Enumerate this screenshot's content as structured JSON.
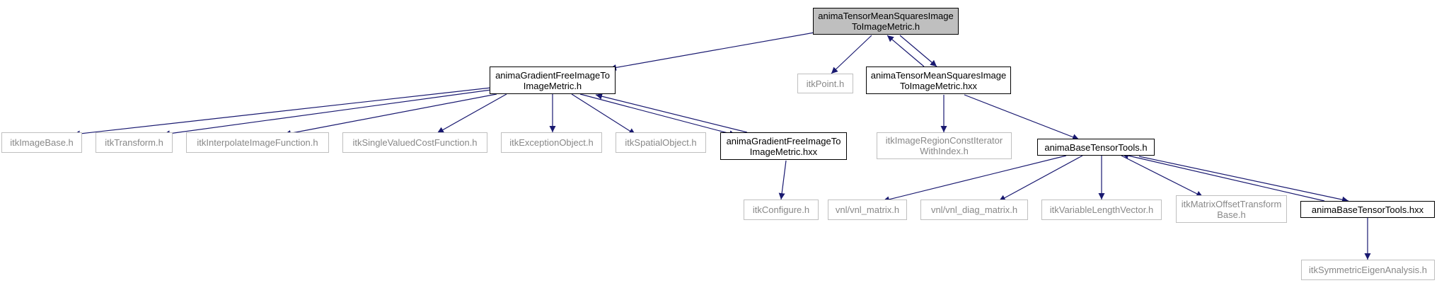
{
  "graph": {
    "title": "anima Tensor Mean Squares Image To Image Metric include dependency graph",
    "nodes": [
      {
        "id": "root",
        "label": "animaTensorMeanSquaresImage\nToImageMetric.h",
        "kind": "root"
      },
      {
        "id": "gradient_h",
        "label": "animaGradientFreeImageTo\nImageMetric.h",
        "kind": "local"
      },
      {
        "id": "itkpoint",
        "label": "itkPoint.h",
        "kind": "external"
      },
      {
        "id": "tensor_hxx",
        "label": "animaTensorMeanSquaresImage\nToImageMetric.hxx",
        "kind": "local"
      },
      {
        "id": "imagebase",
        "label": "itkImageBase.h",
        "kind": "external"
      },
      {
        "id": "transform",
        "label": "itkTransform.h",
        "kind": "external"
      },
      {
        "id": "interp",
        "label": "itkInterpolateImageFunction.h",
        "kind": "external"
      },
      {
        "id": "singlecost",
        "label": "itkSingleValuedCostFunction.h",
        "kind": "external"
      },
      {
        "id": "exception",
        "label": "itkExceptionObject.h",
        "kind": "external"
      },
      {
        "id": "spatial",
        "label": "itkSpatialObject.h",
        "kind": "external"
      },
      {
        "id": "gradient_hxx",
        "label": "animaGradientFreeImageTo\nImageMetric.hxx",
        "kind": "local"
      },
      {
        "id": "regioniter",
        "label": "itkImageRegionConstIterator\nWithIndex.h",
        "kind": "external"
      },
      {
        "id": "basetensor_h",
        "label": "animaBaseTensorTools.h",
        "kind": "local"
      },
      {
        "id": "configure",
        "label": "itkConfigure.h",
        "kind": "external"
      },
      {
        "id": "vnlmatrix",
        "label": "vnl/vnl_matrix.h",
        "kind": "external"
      },
      {
        "id": "vnldiag",
        "label": "vnl/vnl_diag_matrix.h",
        "kind": "external"
      },
      {
        "id": "varlen",
        "label": "itkVariableLengthVector.h",
        "kind": "external"
      },
      {
        "id": "matoffset",
        "label": "itkMatrixOffsetTransform\nBase.h",
        "kind": "external"
      },
      {
        "id": "basetensor_hxx",
        "label": "animaBaseTensorTools.hxx",
        "kind": "local"
      },
      {
        "id": "symeigen",
        "label": "itkSymmetricEigenAnalysis.h",
        "kind": "external"
      }
    ],
    "edges": [
      [
        "root",
        "gradient_h"
      ],
      [
        "root",
        "itkpoint"
      ],
      [
        "root",
        "tensor_hxx"
      ],
      [
        "tensor_hxx",
        "root"
      ],
      [
        "gradient_h",
        "imagebase"
      ],
      [
        "gradient_h",
        "transform"
      ],
      [
        "gradient_h",
        "interp"
      ],
      [
        "gradient_h",
        "singlecost"
      ],
      [
        "gradient_h",
        "exception"
      ],
      [
        "gradient_h",
        "spatial"
      ],
      [
        "gradient_h",
        "gradient_hxx"
      ],
      [
        "gradient_hxx",
        "gradient_h"
      ],
      [
        "gradient_hxx",
        "configure"
      ],
      [
        "tensor_hxx",
        "regioniter"
      ],
      [
        "tensor_hxx",
        "basetensor_h"
      ],
      [
        "basetensor_h",
        "vnlmatrix"
      ],
      [
        "basetensor_h",
        "vnldiag"
      ],
      [
        "basetensor_h",
        "varlen"
      ],
      [
        "basetensor_h",
        "matoffset"
      ],
      [
        "basetensor_h",
        "basetensor_hxx"
      ],
      [
        "basetensor_hxx",
        "basetensor_h"
      ],
      [
        "basetensor_hxx",
        "symeigen"
      ]
    ]
  },
  "colors": {
    "edge": "#191970",
    "root_fill": "#bfbfbf",
    "local_border": "#000000",
    "external_border": "#bfbfbf",
    "external_text": "#888888"
  }
}
